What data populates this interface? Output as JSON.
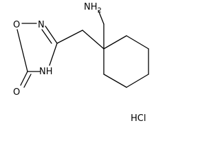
{
  "diagram": {
    "type": "chemical-structure",
    "atoms": {
      "amine": "NH2",
      "ring_oxygen": "O",
      "ring_nitrogen_top": "N",
      "ring_nitrogen_h": "NH",
      "carbonyl_oxygen": "O"
    },
    "salt": "HCl"
  }
}
